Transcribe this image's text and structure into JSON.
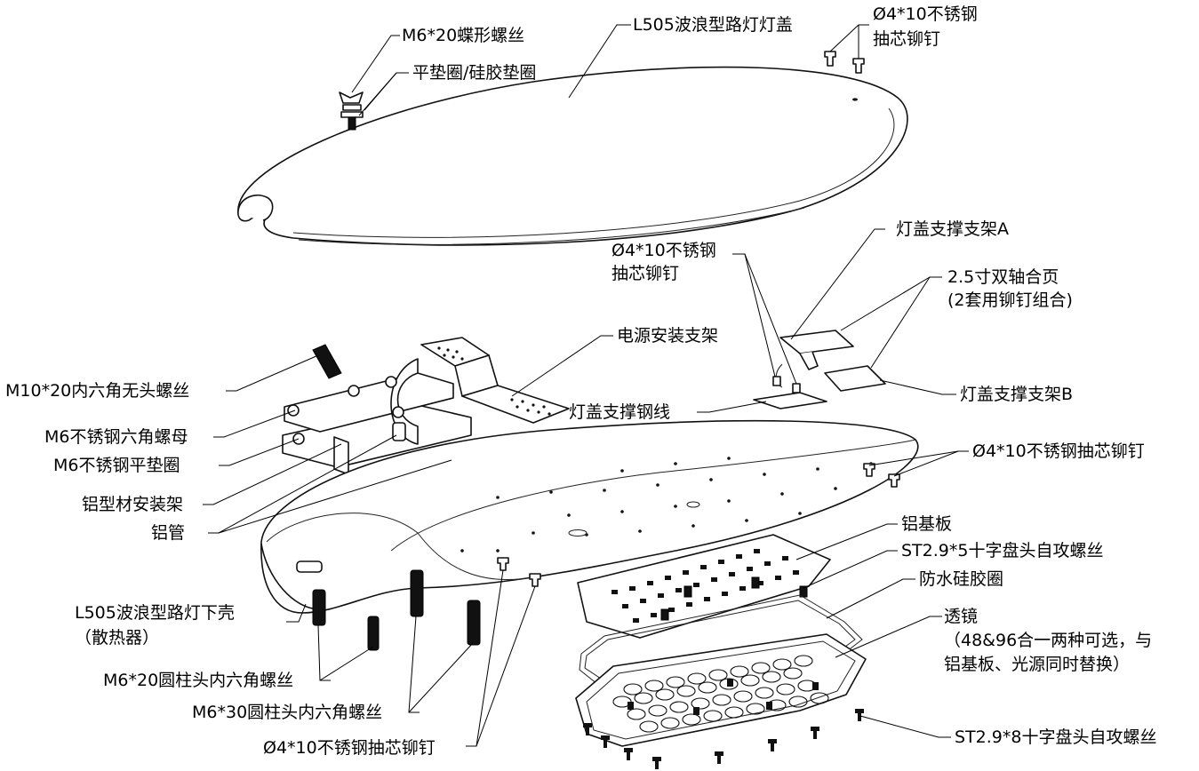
{
  "labels": {
    "m6_20_wing_screw": "M6*20蝶形螺丝",
    "flat_silicone_washer": "平垫圈/硅胶垫圈",
    "l505_cover": "L505波浪型路灯灯盖",
    "rivet_top": "Ø4*10不锈钢\n抽芯铆钉",
    "cover_bracket_a": "灯盖支撑支架A",
    "rivet_mid": "Ø4*10不锈钢\n抽芯铆钉",
    "hinge": "2.5寸双轴合页\n(2套用铆钉组合)",
    "power_bracket": "电源安装支架",
    "m10_set_screw": "M10*20内六角无头螺丝",
    "cover_bracket_b": "灯盖支撑支架B",
    "support_wire": "灯盖支撑钢线",
    "m6_hex_nut": "M6不锈钢六角螺母",
    "rivet_right": "Ø4*10不锈钢抽芯铆钉",
    "m6_flat_washer": "M6不锈钢平垫圈",
    "aluminum_mount": "铝型材安装架",
    "aluminum_tube": "铝管",
    "aluminum_pcb": "铝基板",
    "st29_5_screw": "ST2.9*5十字盘头自攻螺丝",
    "waterproof_gasket": "防水硅胶圈",
    "lower_shell": "L505波浪型路灯下壳\n（散热器）",
    "lens": "透镜\n（48&96合一两种可选，与\n铝基板、光源同时替换）",
    "m6_20_socket_screw": "M6*20圆柱头内六角螺丝",
    "m6_30_socket_screw": "M6*30圆柱头内六角螺丝",
    "st29_8_screw": "ST2.9*8十字盘头自攻螺丝",
    "rivet_bottom": "Ø4*10不锈钢抽芯铆钉"
  }
}
